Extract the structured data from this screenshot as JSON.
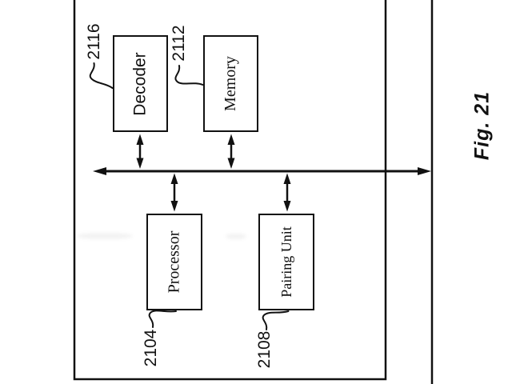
{
  "figure": {
    "label": "Fig. 21",
    "blocks": [
      {
        "label": "Decoder",
        "ref": "2116"
      },
      {
        "label": "Memory",
        "ref": "2112"
      },
      {
        "label": "Processor",
        "ref": "2104"
      },
      {
        "label": "Pairing Unit",
        "ref": "2108"
      }
    ],
    "colors": {
      "line": "#111111",
      "background": "#ffffff"
    }
  }
}
